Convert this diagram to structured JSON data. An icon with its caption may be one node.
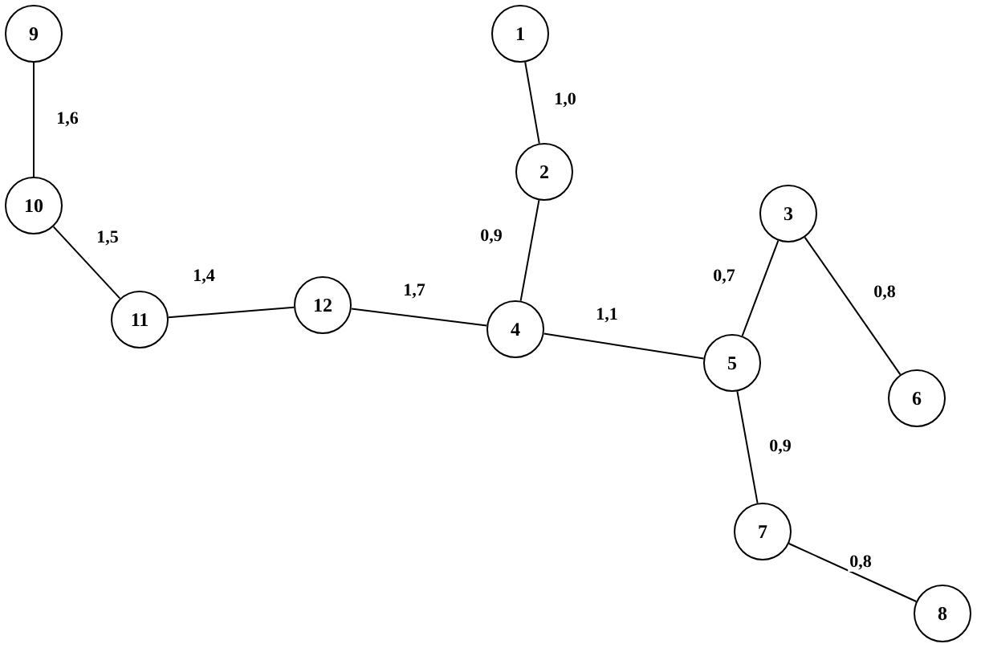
{
  "diagram": {
    "nodes": [
      {
        "text": [
          "1"
        ]
      },
      {
        "text": [
          "2"
        ]
      },
      {
        "text": [
          "3"
        ]
      },
      {
        "text": [
          "4"
        ]
      },
      {
        "text": [
          "5"
        ]
      },
      {
        "text": [
          "6"
        ]
      },
      {
        "text": [
          "7"
        ]
      },
      {
        "text": [
          "8"
        ]
      },
      {
        "text": [
          "9"
        ]
      },
      {
        "text": [
          "10"
        ]
      },
      {
        "text": [
          "11"
        ]
      },
      {
        "text": [
          "12"
        ]
      }
    ],
    "edges": [
      {
        "from": 0,
        "to": 1,
        "arrow": "none",
        "label": "1,0"
      },
      {
        "from": 1,
        "to": 3,
        "arrow": "none",
        "label": "0,9"
      },
      {
        "from": 3,
        "to": 4,
        "arrow": "none",
        "label": "1,1"
      },
      {
        "from": 2,
        "to": 4,
        "arrow": "none",
        "label": "0,7"
      },
      {
        "from": 2,
        "to": 5,
        "arrow": "none",
        "label": "0,8"
      },
      {
        "from": 4,
        "to": 6,
        "arrow": "none",
        "label": "0,9"
      },
      {
        "from": 6,
        "to": 7,
        "arrow": "none",
        "label": "0,8"
      },
      {
        "from": 8,
        "to": 9,
        "arrow": "none",
        "label": "1,6"
      },
      {
        "from": 9,
        "to": 10,
        "arrow": "none",
        "label": "1,5"
      },
      {
        "from": 10,
        "to": 11,
        "arrow": "none",
        "label": "1,4"
      },
      {
        "from": 11,
        "to": 3,
        "arrow": "none",
        "label": "1,7"
      }
    ]
  }
}
